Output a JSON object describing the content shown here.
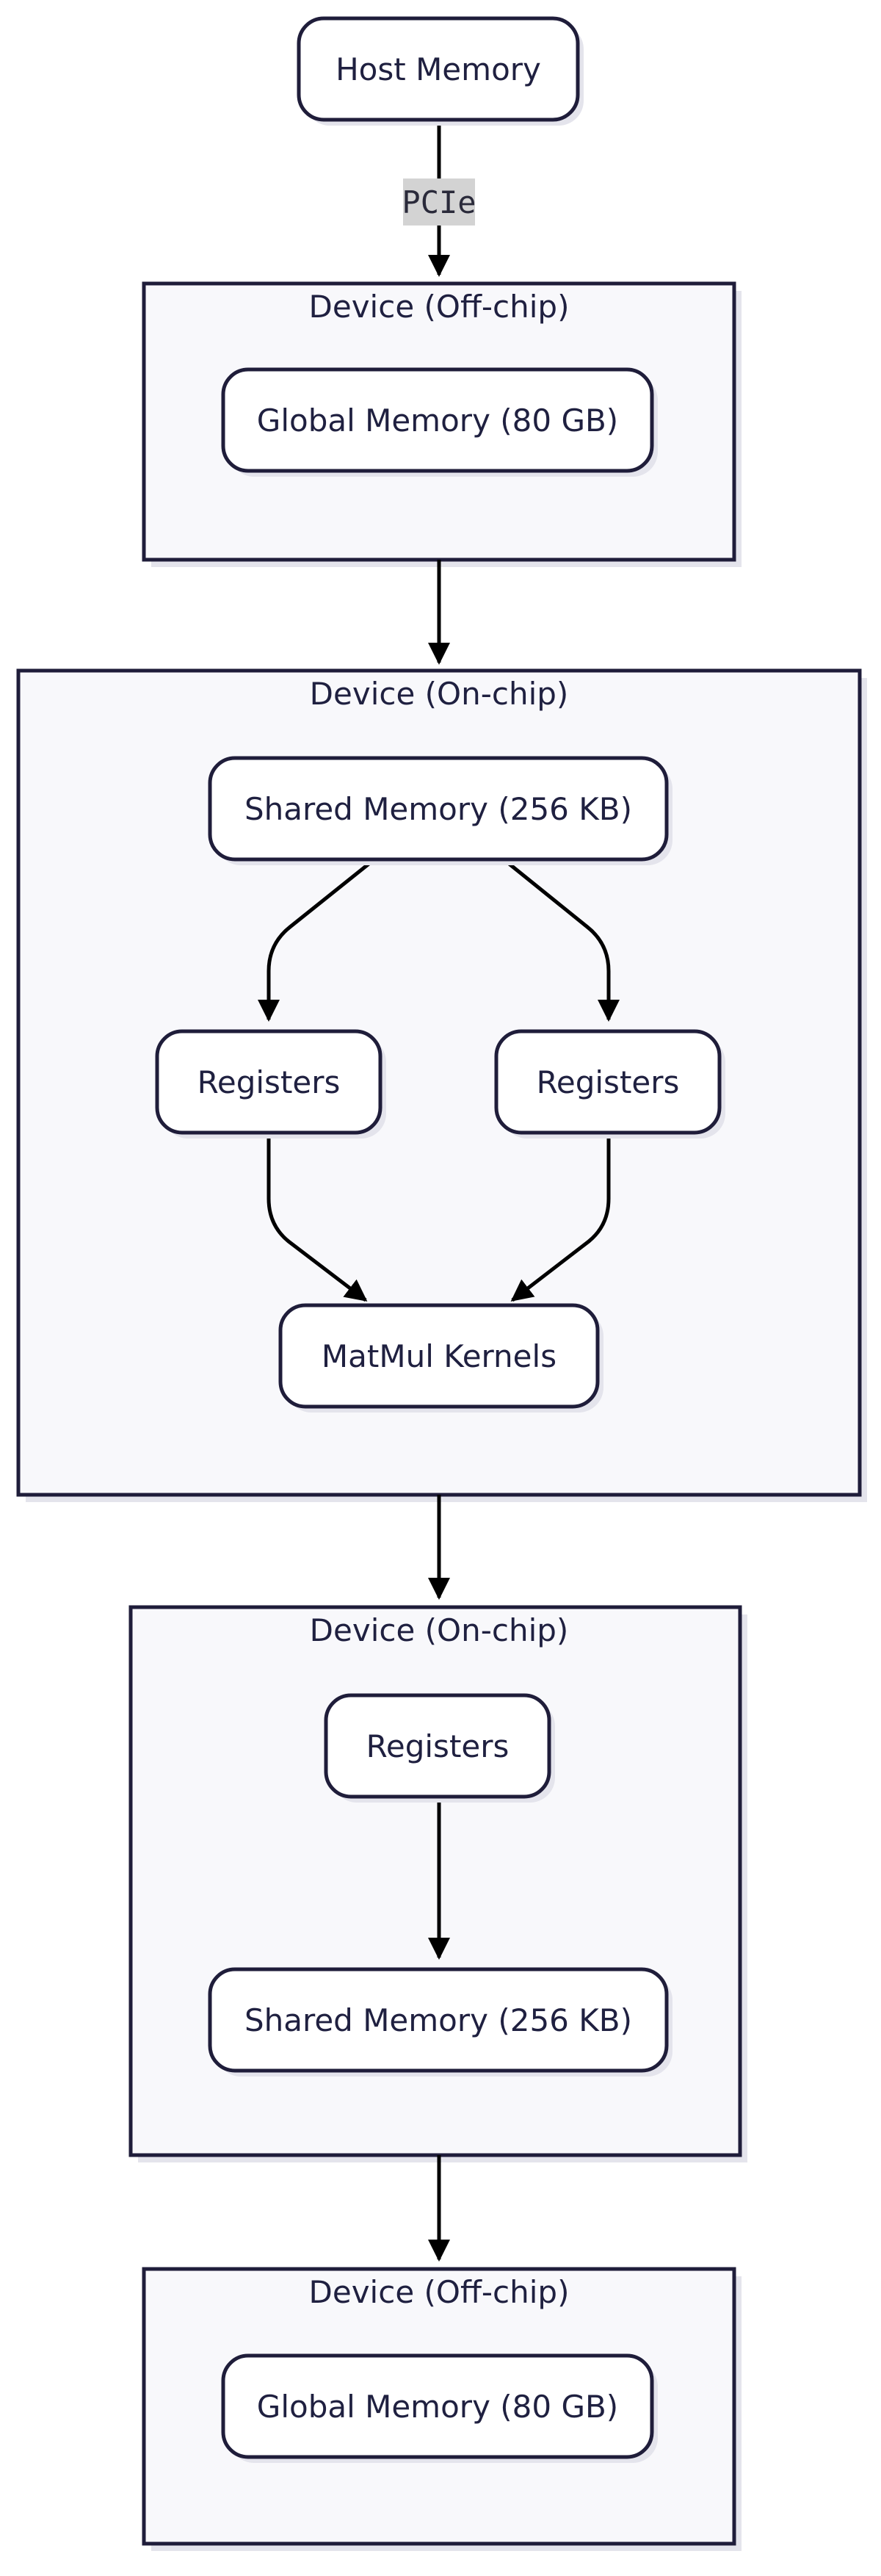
{
  "theme": {
    "stroke": "#1f1d3a",
    "group_fill": "#f8f8fb",
    "node_fill": "#ffffff",
    "shadow": "#e4e4ec",
    "edge": "#000000",
    "edge_label_bg": "#d3d3d3"
  },
  "groups": {
    "offchip_top": {
      "label": "Device (Off-chip)"
    },
    "onchip_compute": {
      "label": "Device (On-chip)"
    },
    "onchip_writeback": {
      "label": "Device (On-chip)"
    },
    "offchip_bottom": {
      "label": "Device (Off-chip)"
    }
  },
  "nodes": {
    "host": {
      "label": "Host Memory"
    },
    "global_top": {
      "label": "Global Memory (80 GB)"
    },
    "shared_top": {
      "label": "Shared Memory (256 KB)"
    },
    "registers_left": {
      "label": "Registers"
    },
    "registers_right": {
      "label": "Registers"
    },
    "matmul": {
      "label": "MatMul Kernels"
    },
    "registers_write": {
      "label": "Registers"
    },
    "shared_write": {
      "label": "Shared Memory (256 KB)"
    },
    "global_bottom": {
      "label": "Global Memory (80 GB)"
    }
  },
  "edges": {
    "host_to_device": {
      "label": "PCIe"
    }
  }
}
